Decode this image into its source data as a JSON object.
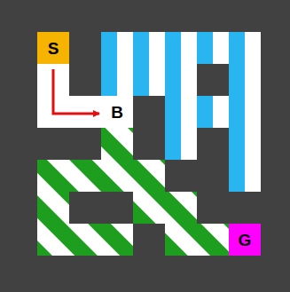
{
  "diagram": {
    "nodes": [
      {
        "text": [
          "S"
        ]
      },
      {
        "text": [
          "B"
        ]
      },
      {
        "text": [
          "G"
        ]
      }
    ],
    "edges": [
      {
        "from": 0,
        "to": 1,
        "arrow": "to"
      }
    ]
  }
}
